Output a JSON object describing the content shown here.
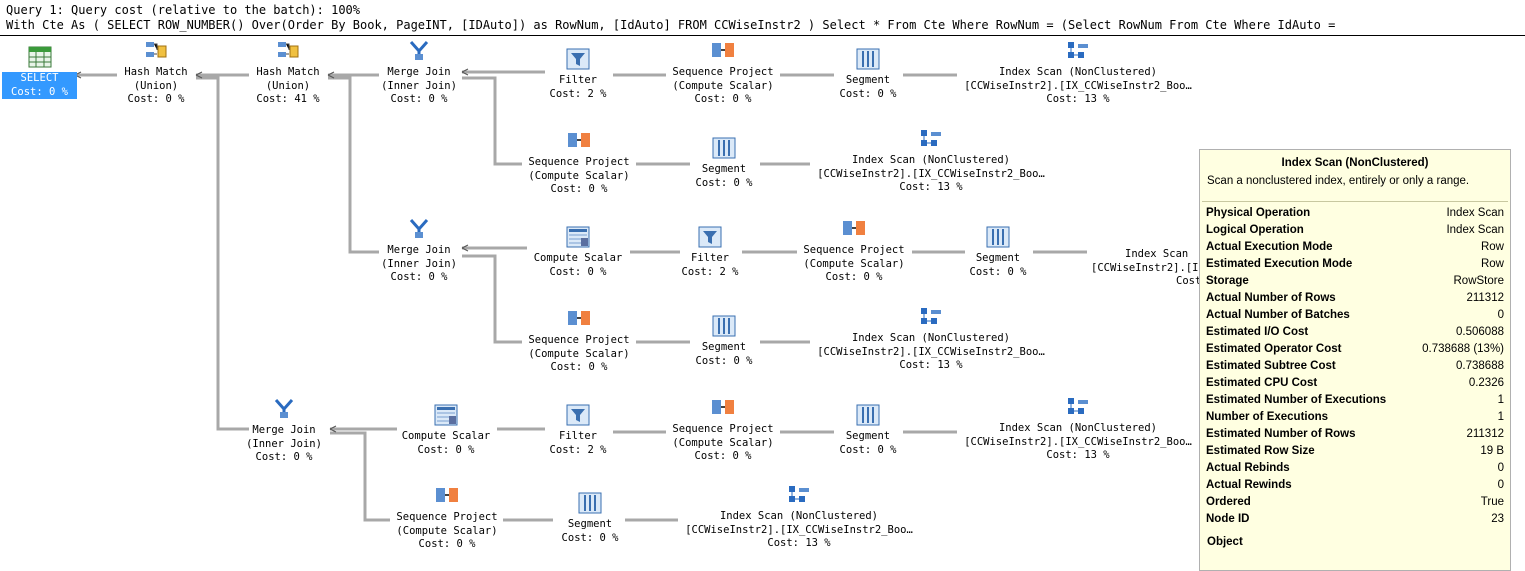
{
  "header": {
    "line1": "Query 1: Query cost (relative to the batch): 100%",
    "line2": "With Cte As ( SELECT ROW_NUMBER() Over(Order By Book, PageINT, [IDAuto]) as RowNum, [IdAuto] FROM CCWiseInstr2 ) Select * From Cte Where RowNum = (Select RowNum From Cte Where IdAuto ="
  },
  "nodes": {
    "select": {
      "l1": "SELECT",
      "l2": "Cost: 0 %"
    },
    "hash1": {
      "l1": "Hash Match",
      "l2": "(Union)",
      "l3": "Cost: 0 %"
    },
    "hash2": {
      "l1": "Hash Match",
      "l2": "(Union)",
      "l3": "Cost: 41 %"
    },
    "mj1": {
      "l1": "Merge Join",
      "l2": "(Inner Join)",
      "l3": "Cost: 0 %"
    },
    "filter1": {
      "l1": "Filter",
      "l2": "Cost: 2 %"
    },
    "sp1": {
      "l1": "Sequence Project",
      "l2": "(Compute Scalar)",
      "l3": "Cost: 0 %"
    },
    "seg1": {
      "l1": "Segment",
      "l2": "Cost: 0 %"
    },
    "is1": {
      "l1": "Index Scan (NonClustered)",
      "l2": "[CCWiseInstr2].[IX_CCWiseInstr2_Boo…",
      "l3": "Cost: 13 %"
    },
    "sp2": {
      "l1": "Sequence Project",
      "l2": "(Compute Scalar)",
      "l3": "Cost: 0 %"
    },
    "seg2": {
      "l1": "Segment",
      "l2": "Cost: 0 %"
    },
    "is2": {
      "l1": "Index Scan (NonClustered)",
      "l2": "[CCWiseInstr2].[IX_CCWiseInstr2_Boo…",
      "l3": "Cost: 13 %"
    },
    "mj2": {
      "l1": "Merge Join",
      "l2": "(Inner Join)",
      "l3": "Cost: 0 %"
    },
    "cs1": {
      "l1": "Compute Scalar",
      "l2": "Cost: 0 %"
    },
    "filter2": {
      "l1": "Filter",
      "l2": "Cost: 2 %"
    },
    "sp3": {
      "l1": "Sequence Project",
      "l2": "(Compute Scalar)",
      "l3": "Cost: 0 %"
    },
    "seg3": {
      "l1": "Segment",
      "l2": "Cost: 0 %"
    },
    "is3": {
      "l1": "Index Scan",
      "l2": "[CCWiseInstr2].[I",
      "l3": "Cost"
    },
    "sp4": {
      "l1": "Sequence Project",
      "l2": "(Compute Scalar)",
      "l3": "Cost: 0 %"
    },
    "seg4": {
      "l1": "Segment",
      "l2": "Cost: 0 %"
    },
    "is4": {
      "l1": "Index Scan (NonClustered)",
      "l2": "[CCWiseInstr2].[IX_CCWiseInstr2_Boo…",
      "l3": "Cost: 13 %"
    },
    "mj3": {
      "l1": "Merge Join",
      "l2": "(Inner Join)",
      "l3": "Cost: 0 %"
    },
    "cs2": {
      "l1": "Compute Scalar",
      "l2": "Cost: 0 %"
    },
    "filter3": {
      "l1": "Filter",
      "l2": "Cost: 2 %"
    },
    "sp5": {
      "l1": "Sequence Project",
      "l2": "(Compute Scalar)",
      "l3": "Cost: 0 %"
    },
    "seg5": {
      "l1": "Segment",
      "l2": "Cost: 0 %"
    },
    "is5": {
      "l1": "Index Scan (NonClustered)",
      "l2": "[CCWiseInstr2].[IX_CCWiseInstr2_Boo…",
      "l3": "Cost: 13 %"
    },
    "sp6": {
      "l1": "Sequence Project",
      "l2": "(Compute Scalar)",
      "l3": "Cost: 0 %"
    },
    "seg6": {
      "l1": "Segment",
      "l2": "Cost: 0 %"
    },
    "is6": {
      "l1": "Index Scan (NonClustered)",
      "l2": "[CCWiseInstr2].[IX_CCWiseInstr2_Boo…",
      "l3": "Cost: 13 %"
    }
  },
  "tooltip": {
    "title": "Index Scan (NonClustered)",
    "description": "Scan a nonclustered index, entirely or only a range.",
    "rows": [
      {
        "k": "Physical Operation",
        "v": "Index Scan"
      },
      {
        "k": "Logical Operation",
        "v": "Index Scan"
      },
      {
        "k": "Actual Execution Mode",
        "v": "Row"
      },
      {
        "k": "Estimated Execution Mode",
        "v": "Row"
      },
      {
        "k": "Storage",
        "v": "RowStore"
      },
      {
        "k": "Actual Number of Rows",
        "v": "211312"
      },
      {
        "k": "Actual Number of Batches",
        "v": "0"
      },
      {
        "k": "Estimated I/O Cost",
        "v": "0.506088"
      },
      {
        "k": "Estimated Operator Cost",
        "v": "0.738688 (13%)"
      },
      {
        "k": "Estimated Subtree Cost",
        "v": "0.738688"
      },
      {
        "k": "Estimated CPU Cost",
        "v": "0.2326"
      },
      {
        "k": "Estimated Number of Executions",
        "v": "1"
      },
      {
        "k": "Number of Executions",
        "v": "1"
      },
      {
        "k": "Estimated Number of Rows",
        "v": "211312"
      },
      {
        "k": "Estimated Row Size",
        "v": "19 B"
      },
      {
        "k": "Actual Rebinds",
        "v": "0"
      },
      {
        "k": "Actual Rewinds",
        "v": "0"
      },
      {
        "k": "Ordered",
        "v": "True"
      },
      {
        "k": "Node ID",
        "v": "23"
      }
    ],
    "footer": "Object"
  },
  "colors": {
    "select_highlight": "#3399ff",
    "tooltip_bg": "#ffffe1",
    "connector": "#999999"
  }
}
